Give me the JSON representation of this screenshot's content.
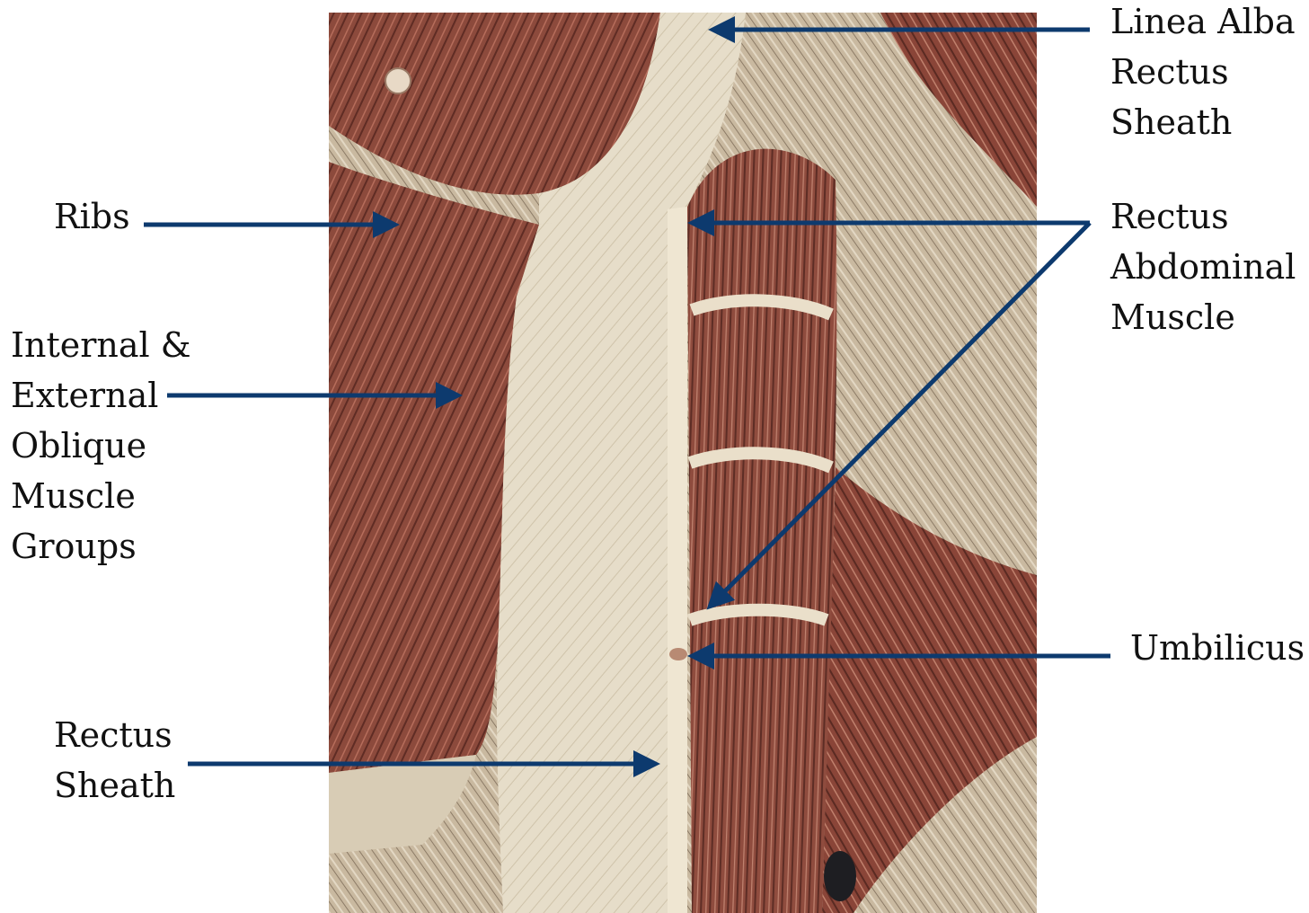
{
  "labels": {
    "linea_alba": [
      "Linea Alba",
      "Rectus",
      "Sheath"
    ],
    "ribs": [
      "Ribs"
    ],
    "rectus_abdominal": [
      "Rectus",
      "Abdominal",
      "Muscle"
    ],
    "oblique": [
      "Internal &",
      "External",
      "Oblique",
      "Muscle",
      "Groups"
    ],
    "umbilicus": [
      "Umbilicus"
    ],
    "rectus_sheath": [
      "Rectus",
      "Sheath"
    ]
  },
  "colors": {
    "arrow": "#0d3a6e",
    "fascia": "#e9e1cf",
    "muscle": "#8e4a3d",
    "muscle_dark": "#5c2f28",
    "text": "#111111"
  }
}
